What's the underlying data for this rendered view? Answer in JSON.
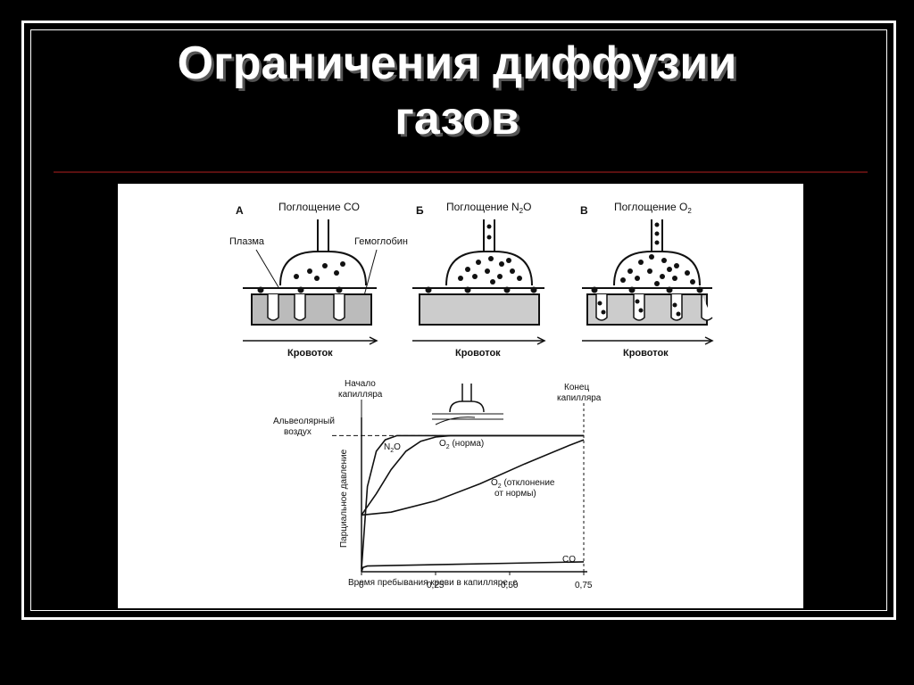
{
  "title": {
    "line1": "Ограничения диффузии",
    "line2": "газов"
  },
  "diagram": {
    "panels": [
      {
        "letter": "А",
        "caption": "Поглощение CO",
        "flow": "Кровоток"
      },
      {
        "letter": "Б",
        "caption_prefix": "Поглощение N",
        "caption_sub": "2",
        "caption_suffix": "O",
        "flow": "Кровоток"
      },
      {
        "letter": "В",
        "caption_prefix": "Поглощение O",
        "caption_sub": "2",
        "flow": "Кровоток"
      }
    ],
    "label_plasma": "Плазма",
    "label_hemoglobin": "Гемоглобин"
  },
  "chart_data": {
    "type": "line",
    "xlabel": "Время пребывания крови   в капилляре, с",
    "ylabel": "Парциальное давление",
    "xlim": [
      0,
      0.75
    ],
    "x_ticks": [
      "0",
      "0,25",
      "0,50",
      "0,75"
    ],
    "x_tick_values": [
      0,
      0.25,
      0.5,
      0.75
    ],
    "ylim": [
      0,
      1
    ],
    "annotations": {
      "capillary_start": [
        "Начало",
        "капилляра"
      ],
      "capillary_end": [
        "Конец",
        "капилляра"
      ],
      "alveolar_air": [
        "Альвеолярный",
        "воздух"
      ]
    },
    "alveolar_level": 0.96,
    "series": [
      {
        "name_prefix": "N",
        "name_sub": "2",
        "name_suffix": "O",
        "x": [
          0,
          0.02,
          0.05,
          0.08,
          0.12,
          0.75
        ],
        "y": [
          0.02,
          0.6,
          0.85,
          0.93,
          0.96,
          0.96
        ]
      },
      {
        "name_prefix": "O",
        "name_sub": "2",
        "name_suffix": " (норма)",
        "x": [
          0,
          0.05,
          0.1,
          0.15,
          0.2,
          0.25,
          0.3,
          0.75
        ],
        "y": [
          0.4,
          0.55,
          0.72,
          0.85,
          0.92,
          0.95,
          0.96,
          0.96
        ]
      },
      {
        "name_prefix": "O",
        "name_sub": "2",
        "name_suffix": " (отклонение",
        "name_line2": "от нормы)",
        "x": [
          0,
          0.1,
          0.25,
          0.4,
          0.55,
          0.7,
          0.75
        ],
        "y": [
          0.4,
          0.42,
          0.5,
          0.62,
          0.76,
          0.89,
          0.93
        ]
      },
      {
        "name_prefix": "CO",
        "name_sub": "",
        "name_suffix": "",
        "x": [
          0,
          0.005,
          0.02,
          0.25,
          0.5,
          0.75
        ],
        "y": [
          0.0,
          0.03,
          0.04,
          0.05,
          0.06,
          0.07
        ]
      }
    ]
  }
}
